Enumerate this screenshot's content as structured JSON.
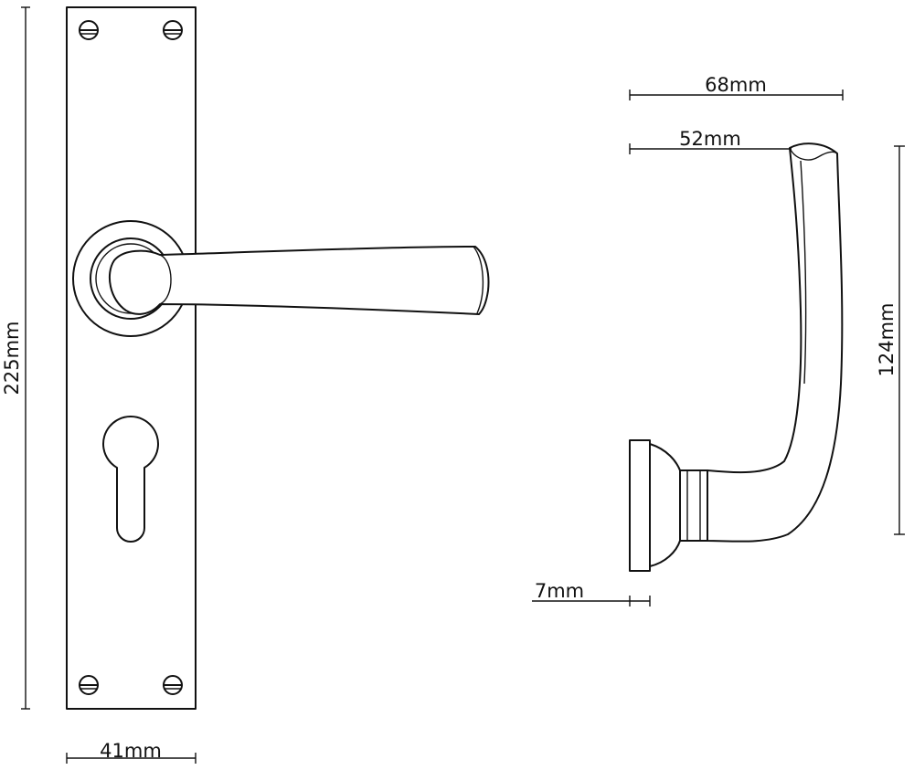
{
  "dimensions": {
    "plate_height": "225mm",
    "plate_width": "41mm",
    "projection": "68mm",
    "lever_reach": "52mm",
    "lever_height": "124mm",
    "rose_thickness": "7mm"
  },
  "colors": {
    "line": "#111111",
    "background": "#ffffff"
  },
  "icons": {
    "screw": "screw-icon",
    "keyhole": "euro-keyhole-icon"
  }
}
